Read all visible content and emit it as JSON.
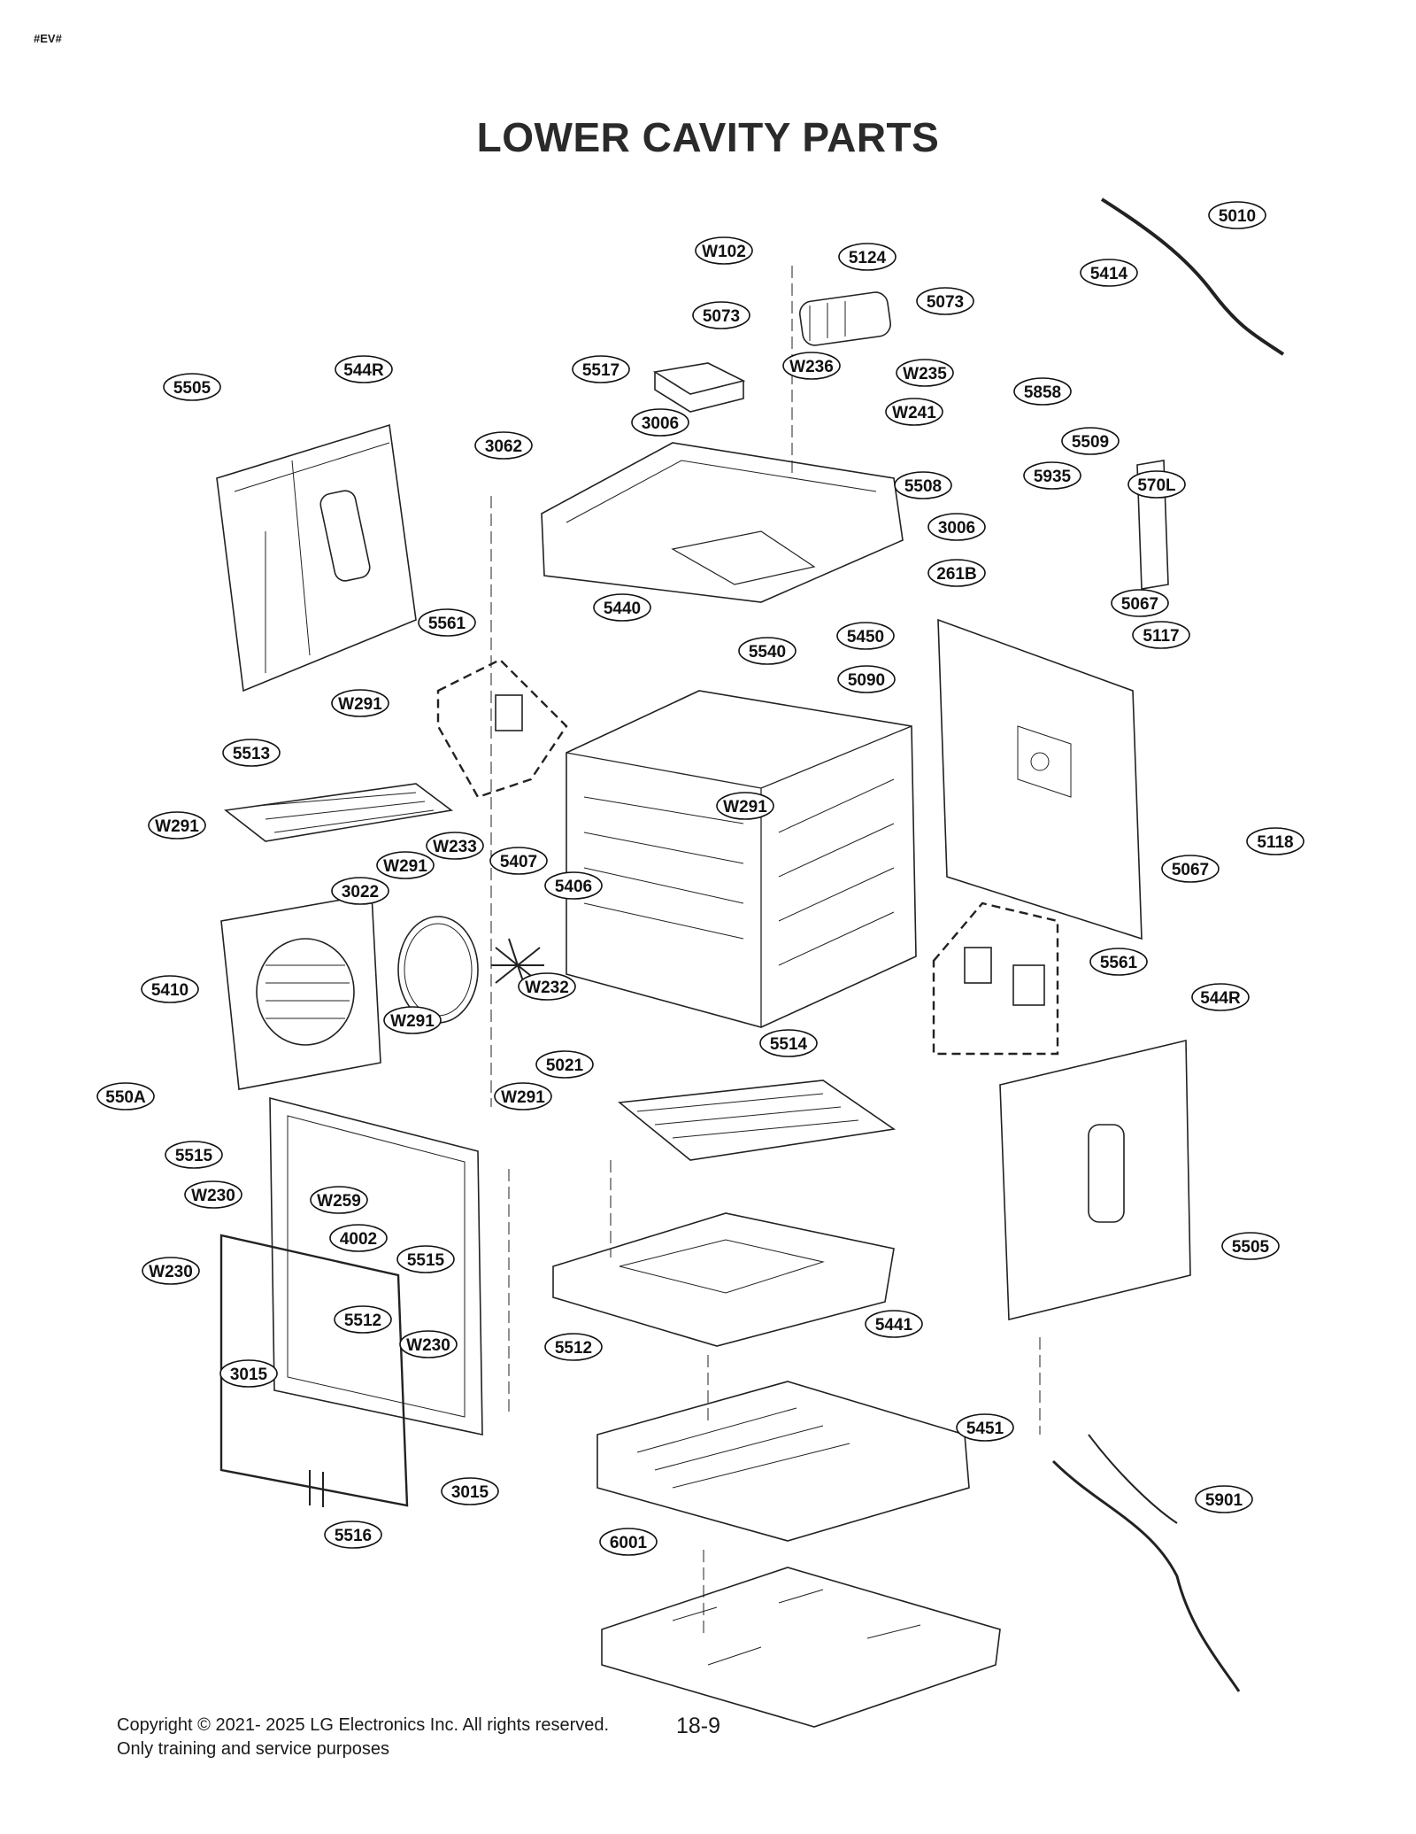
{
  "header_tag": "#EV#",
  "title": "LOWER CAVITY PARTS",
  "parts": [
    {
      "label": "5010"
    },
    {
      "label": "W102"
    },
    {
      "label": "5124"
    },
    {
      "label": "5414"
    },
    {
      "label": "5073"
    },
    {
      "label": "5073"
    },
    {
      "label": "5505"
    },
    {
      "label": "544R"
    },
    {
      "label": "5517"
    },
    {
      "label": "W236"
    },
    {
      "label": "W235"
    },
    {
      "label": "5858"
    },
    {
      "label": "W241"
    },
    {
      "label": "3006"
    },
    {
      "label": "3062"
    },
    {
      "label": "5509"
    },
    {
      "label": "5935"
    },
    {
      "label": "5508"
    },
    {
      "label": "570L"
    },
    {
      "label": "3006"
    },
    {
      "label": "261B"
    },
    {
      "label": "5440"
    },
    {
      "label": "5067"
    },
    {
      "label": "5561"
    },
    {
      "label": "5450"
    },
    {
      "label": "5117"
    },
    {
      "label": "5540"
    },
    {
      "label": "5090"
    },
    {
      "label": "W291"
    },
    {
      "label": "5513"
    },
    {
      "label": "W291"
    },
    {
      "label": "W291"
    },
    {
      "label": "5118"
    },
    {
      "label": "W233"
    },
    {
      "label": "5407"
    },
    {
      "label": "W291"
    },
    {
      "label": "5067"
    },
    {
      "label": "3022"
    },
    {
      "label": "5406"
    },
    {
      "label": "5561"
    },
    {
      "label": "5410"
    },
    {
      "label": "W232"
    },
    {
      "label": "544R"
    },
    {
      "label": "W291"
    },
    {
      "label": "5514"
    },
    {
      "label": "5021"
    },
    {
      "label": "550A"
    },
    {
      "label": "W291"
    },
    {
      "label": "5515"
    },
    {
      "label": "W230"
    },
    {
      "label": "W259"
    },
    {
      "label": "4002"
    },
    {
      "label": "5505"
    },
    {
      "label": "5515"
    },
    {
      "label": "W230"
    },
    {
      "label": "5441"
    },
    {
      "label": "5512"
    },
    {
      "label": "W230"
    },
    {
      "label": "5512"
    },
    {
      "label": "3015"
    },
    {
      "label": "5451"
    },
    {
      "label": "5901"
    },
    {
      "label": "3015"
    },
    {
      "label": "5516"
    },
    {
      "label": "6001"
    }
  ],
  "footer": {
    "copyright": "Copyright © 2021- 2025 LG Electronics Inc. All rights reserved.",
    "purpose": "Only training and service purposes",
    "page_number": "18-9"
  }
}
